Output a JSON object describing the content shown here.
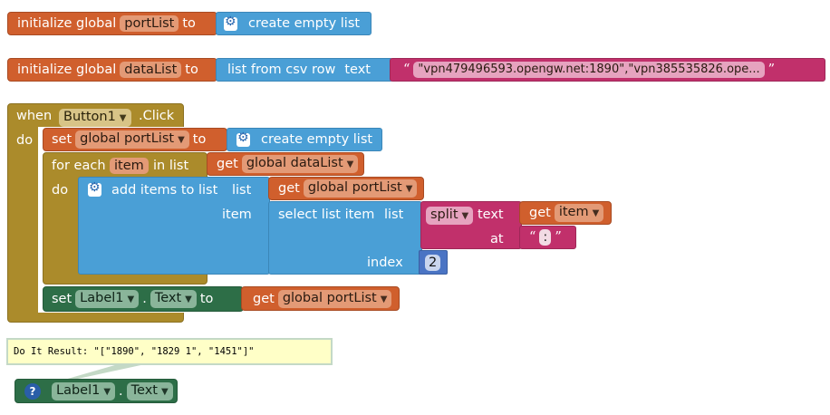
{
  "global1": {
    "init_label": "initialize global",
    "var_name": "portList",
    "to_label": "to",
    "create_empty_label": "create empty list"
  },
  "global2": {
    "init_label": "initialize global",
    "var_name": "dataList",
    "to_label": "to",
    "csv_label": "list from csv row",
    "text_label": "text",
    "open_quote": "“",
    "close_quote": "”",
    "csv_value": "\"vpn479496593.opengw.net:1890\",\"vpn385535826.ope..."
  },
  "event": {
    "when_label": "when",
    "component": "Button1",
    "event_name": ".Click",
    "do_label": "do",
    "set_label": "set",
    "global_portlist": "global portList",
    "to_label": "to",
    "create_empty_label": "create empty list",
    "foreach_label": "for each",
    "item_var": "item",
    "in_list_label": "in list",
    "get_label": "get",
    "global_datalist": "global dataList",
    "do2_label": "do",
    "add_items_label": "add items to list",
    "list_label": "list",
    "get_portlist_label": "get",
    "global_portlist2": "global portList",
    "item_label": "item",
    "select_label": "select list item",
    "list2_label": "list",
    "split_label": "split",
    "text_label": "text",
    "get_item_label": "get",
    "item_value": "item",
    "at_label": "at",
    "colon_value": ":",
    "open_quote": "“",
    "close_quote": "”",
    "index_label": "index",
    "index_value": "2",
    "set_label1": "set",
    "label_component": "Label1",
    "dot": ".",
    "text_prop": "Text",
    "to2_label": "to",
    "get_final_label": "get",
    "global_portlist3": "global portList"
  },
  "result": {
    "text": "Do It Result: \"[\"1890\", \"1829 1\", \"1451\"]\""
  },
  "getter": {
    "help": "?",
    "component": "Label1",
    "dot": ".",
    "prop": "Text"
  },
  "colors": {
    "variables": "#d05f2d",
    "lists": "#4a9fd6",
    "text": "#c1306b",
    "control": "#ab8b2b",
    "component": "#2d6e47",
    "math": "#4a74c4"
  }
}
